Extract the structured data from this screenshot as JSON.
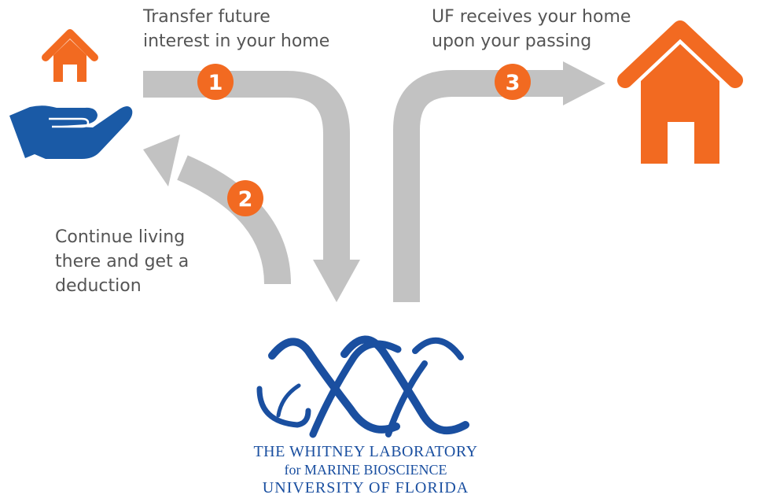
{
  "steps": [
    {
      "number": "1",
      "text_lines": [
        "Transfer future",
        "interest in your home"
      ]
    },
    {
      "number": "2",
      "text_lines": [
        "Continue living",
        "there and get a",
        "deduction"
      ]
    },
    {
      "number": "3",
      "text_lines": [
        "UF receives your home",
        "upon your passing"
      ]
    }
  ],
  "logo": {
    "line1": "THE WHITNEY LABORATORY",
    "line2": "for MARINE BIOSCIENCE",
    "line3": "UNIVERSITY OF FLORIDA"
  },
  "icons": {
    "donor": "hand-holding-house-icon",
    "recipient": "house-icon",
    "logo_mark": "dna-helix-fish-logo"
  },
  "colors": {
    "accent": "#f26a21",
    "brand_blue": "#1a4fa0",
    "arrow_gray": "#c2c2c2",
    "text": "#555555"
  }
}
